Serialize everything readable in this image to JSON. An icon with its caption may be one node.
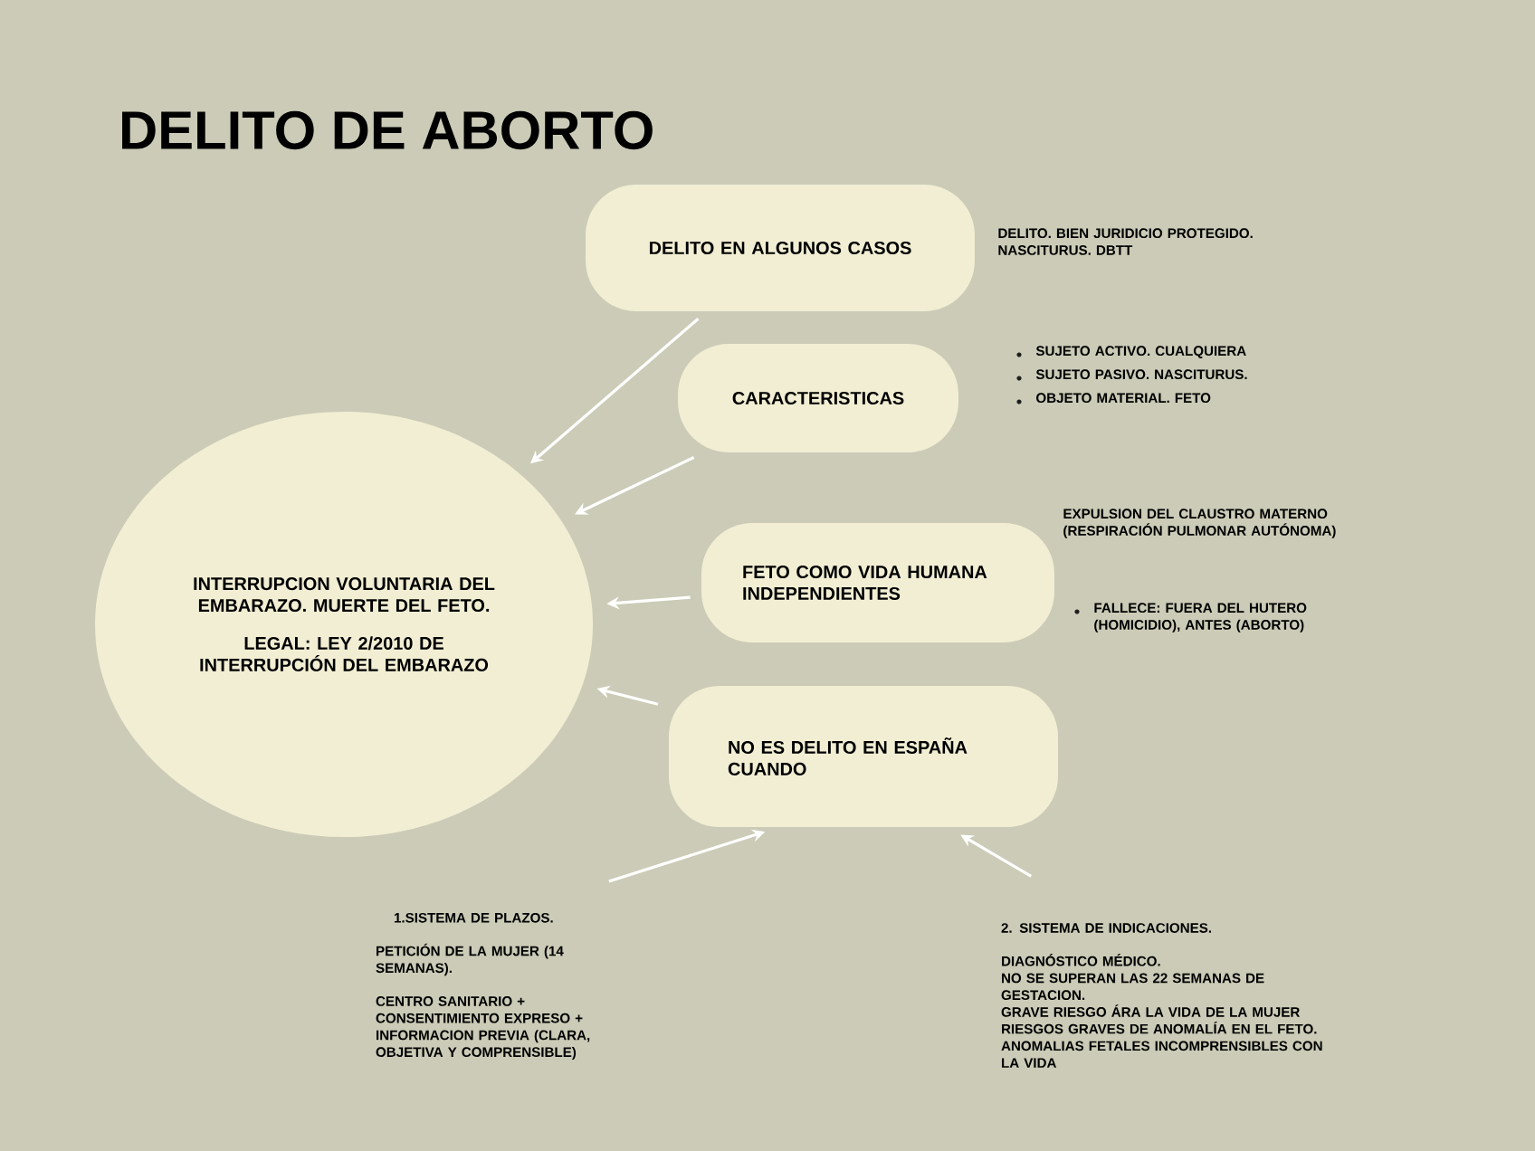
{
  "diagram": {
    "title": "DELITO DE ABORTO",
    "nodes": [
      {
        "text": [
          "INTERRUPCION VOLUNTARIA DEL EMBARAZO. MUERTE DEL FETO.",
          "LEGAL: LEY 2/2010 DE INTERRUPCIÓN DEL EMBARAZO"
        ]
      },
      {
        "text": [
          "DELITO EN ALGUNOS CASOS"
        ],
        "beside": [
          "DELITO. BIEN JURIDICIO PROTEGIDO. NASCITURUS. DBTT"
        ]
      },
      {
        "text": [
          "CARACTERISTICAS"
        ],
        "beside": [
          "SUJETO ACTIVO. CUALQUIERA",
          "SUJETO PASIVO. NASCITURUS.",
          "OBJETO MATERIAL. FETO"
        ]
      },
      {
        "text": [
          "FETO COMO VIDA HUMANA INDEPENDIENTES"
        ],
        "beside": [
          "EXPULSION DEL CLAUSTRO MATERNO (RESPIRACIÓN PULMONAR AUTÓNOMA)",
          "FALLECE: FUERA DEL HUTERO (HOMICIDIO), ANTES (ABORTO)"
        ]
      },
      {
        "text": [
          "NO ES DELITO EN ESPAÑA CUANDO"
        ]
      },
      {
        "text": [
          "1.SISTEMA DE PLAZOS.",
          "PETICIÓN DE LA MUJER (14 SEMANAS).",
          "CENTRO SANITARIO + CONSENTIMIENTO EXPRESO + INFORMACION PREVIA (CLARA, OBJETIVA Y COMPRENSIBLE)"
        ]
      },
      {
        "text": [
          "2. SISTEMA DE INDICACIONES.",
          "DIAGNÓSTICO MÉDICO.",
          "NO SE SUPERAN LAS 22 SEMANAS DE GESTACION.",
          "GRAVE RIESGO ÁRA LA VIDA DE LA MUJER",
          "RIESGOS GRAVES DE ANOMALÍA EN EL FETO.",
          "ANOMALIAS FETALES INCOMPRENSIBLES CON LA VIDA"
        ]
      }
    ],
    "edges": [
      {
        "from": 1,
        "to": 0,
        "arrow": "to"
      },
      {
        "from": 2,
        "to": 0,
        "arrow": "to"
      },
      {
        "from": 3,
        "to": 0,
        "arrow": "to"
      },
      {
        "from": 4,
        "to": 0,
        "arrow": "to"
      },
      {
        "from": 5,
        "to": 4,
        "arrow": "to"
      },
      {
        "from": 6,
        "to": 4,
        "arrow": "to"
      }
    ]
  }
}
